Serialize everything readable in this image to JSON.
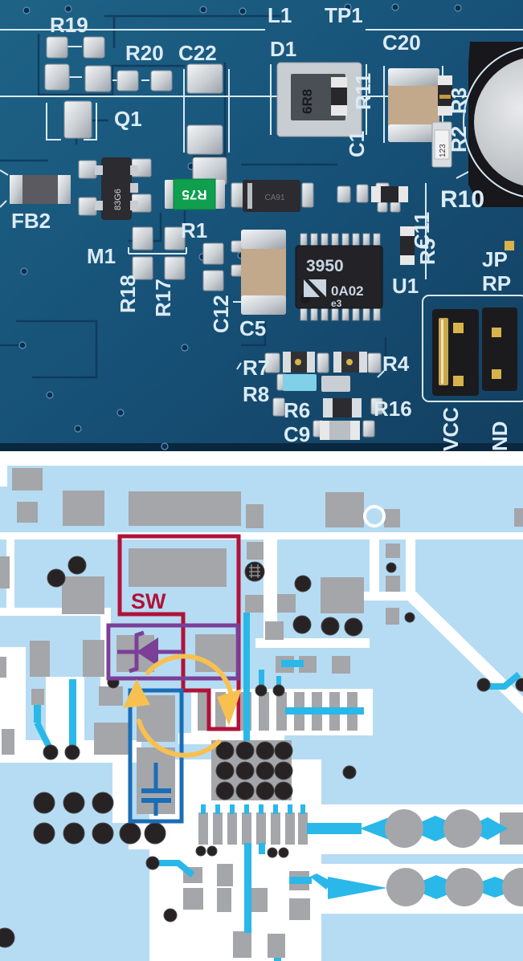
{
  "photo": {
    "labels": {
      "l1": "L1",
      "tp1": "TP1",
      "r19": "R19",
      "r20": "R20",
      "c22": "C22",
      "q1": "Q1",
      "d1": "D1",
      "c20": "C20",
      "r11": "R11",
      "c1": "C1",
      "r3": "R3",
      "r2": "R2",
      "fb2": "FB2",
      "m1": "M1",
      "r1": "R1",
      "r10": "R10",
      "c11": "C11",
      "r5": "R5",
      "u1": "U1",
      "r18": "R18",
      "r17": "R17",
      "c12": "C12",
      "c5": "C5",
      "r7": "R7",
      "r8": "R8",
      "r6": "R6",
      "c9": "C9",
      "r16": "R16",
      "r4": "R4",
      "jp": "JP",
      "rp": "RP",
      "vcc": "VCC",
      "gnd": "ND"
    },
    "markings": {
      "inductor": "6R8",
      "ic_line1": "3950",
      "ic_line2": "0A02",
      "ic_line3": "e3",
      "green_resistor": "R75",
      "mosfet": "83G6",
      "diode": "CA91",
      "small_resistor": "123"
    }
  },
  "layout": {
    "sw_label": "SW",
    "colors": {
      "copper_pour": "#b6dcf3",
      "pad_gray": "#a4a6aa",
      "trace_cyan": "#29b8e9",
      "via_black": "#272324",
      "sw_outline_red": "#b1123a",
      "diode_purple": "#7b3f98",
      "capacitor_blue": "#1a6db7",
      "loop_arrow_yellow": "#f8c04f"
    }
  }
}
